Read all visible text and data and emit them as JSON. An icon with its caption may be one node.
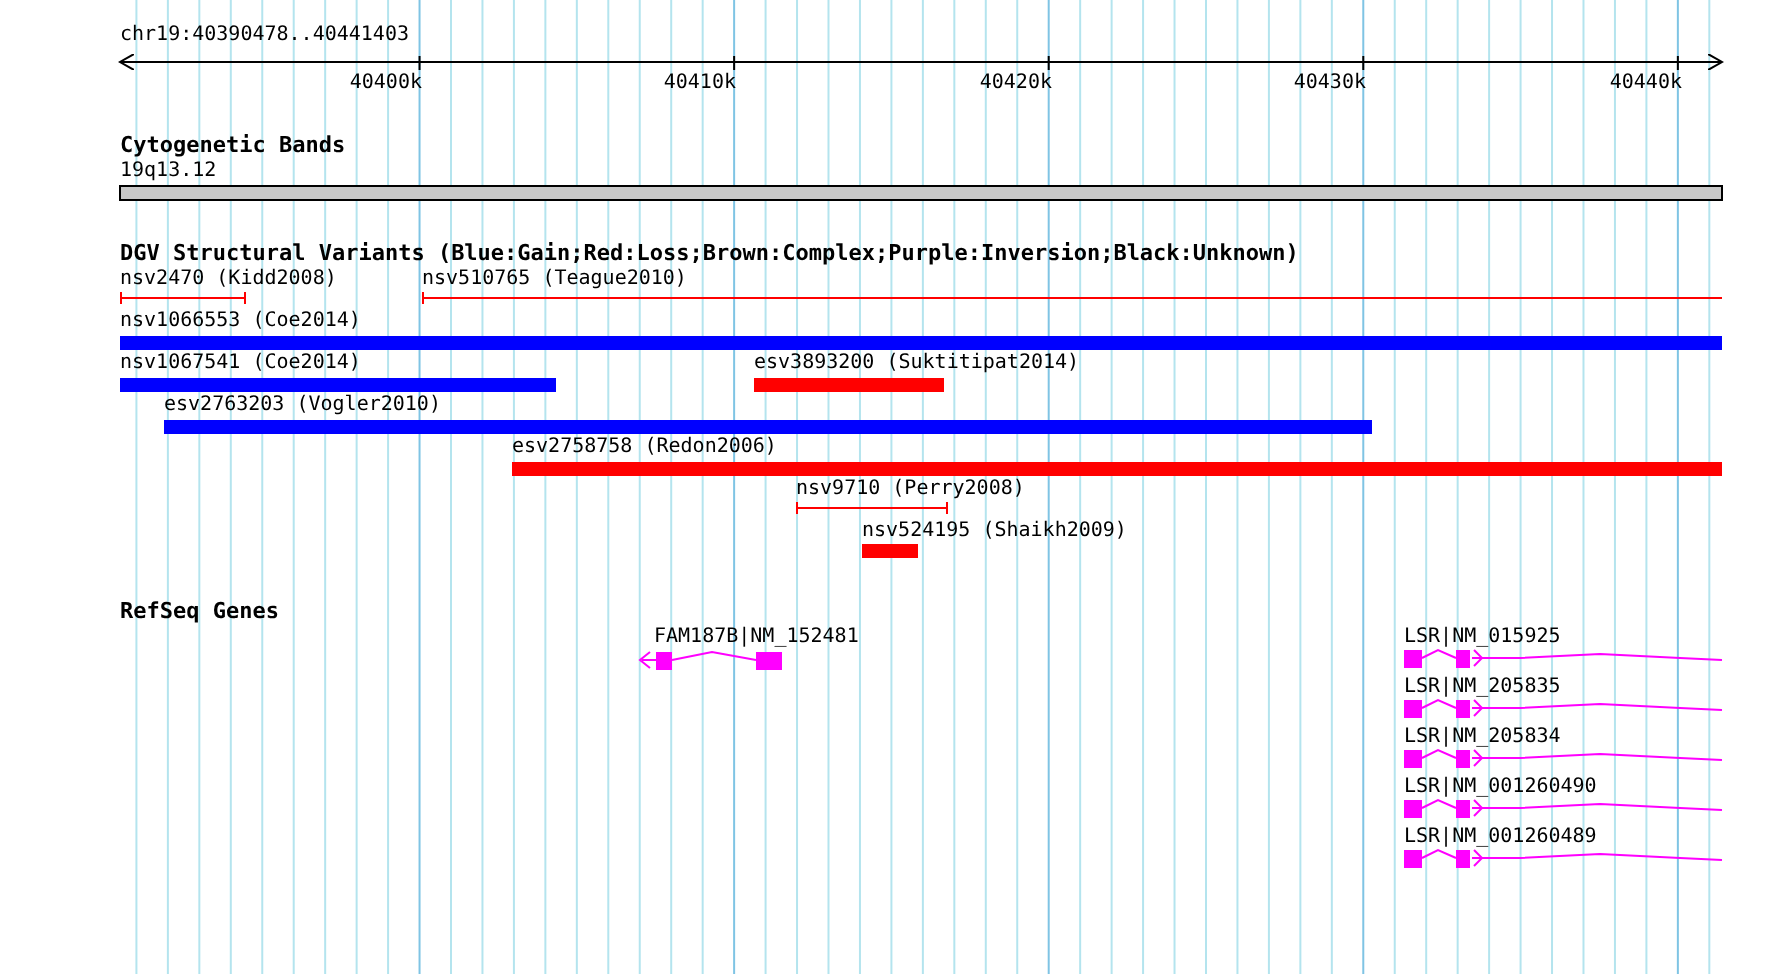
{
  "diagram": {
    "title": "chr19:40390478..40441403",
    "labels": [
      "40400k",
      "40410k",
      "40420k",
      "40430k",
      "40440k",
      "Cytogenetic Bands",
      "19q13.12",
      "DGV Structural Variants (Blue:Gain;Red:Loss;Brown:Complex;Purple:Inversion;Black:Unknown)",
      "nsv2470 (Kidd2008)",
      "nsv510765 (Teague2010)",
      "nsv1066553 (Coe2014)",
      "nsv1067541 (Coe2014)",
      "esv3893200 (Suktitipat2014)",
      "esv2763203 (Vogler2010)",
      "esv2758758 (Redon2006)",
      "nsv9710 (Perry2008)",
      "nsv524195 (Shaikh2009)",
      "RefSeq Genes",
      "FAM187B|NM_152481",
      "LSR|NM_015925",
      "LSR|NM_205835",
      "LSR|NM_205834",
      "LSR|NM_001260490",
      "LSR|NM_001260489"
    ]
  }
}
